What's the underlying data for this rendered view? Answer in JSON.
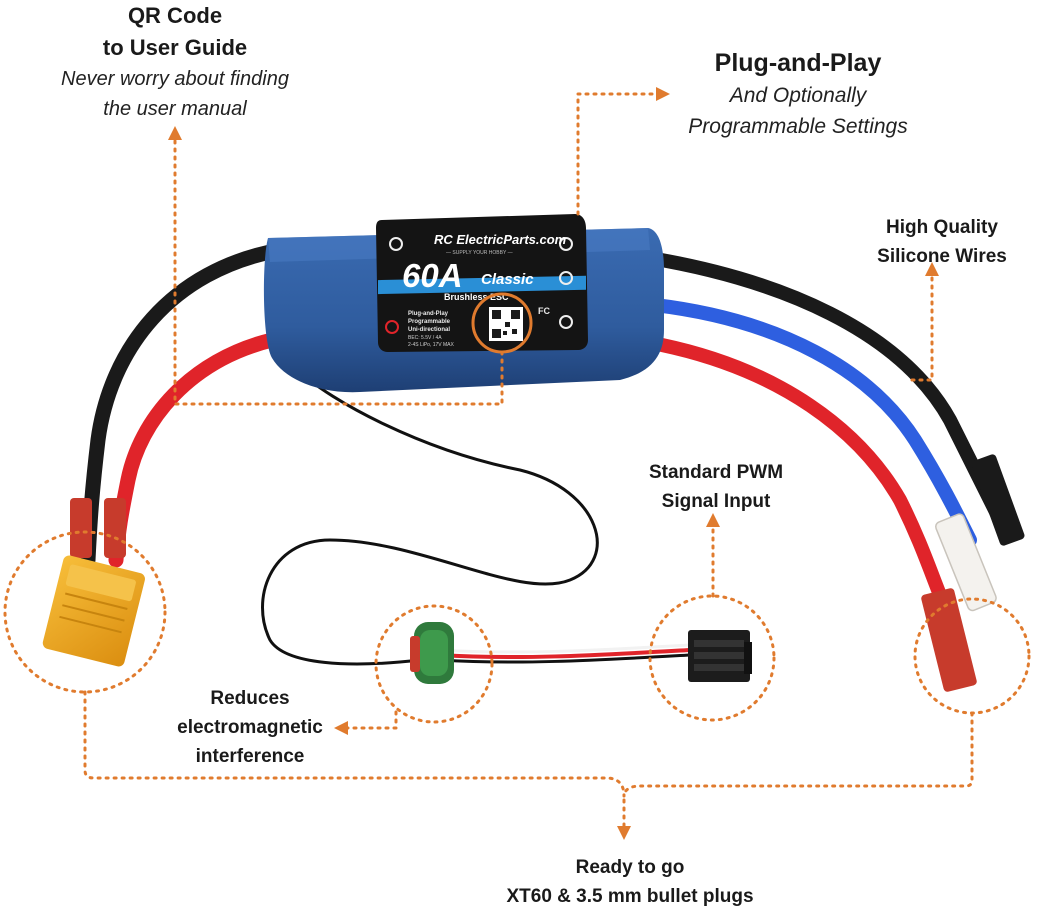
{
  "annotations": {
    "qr_code": {
      "title_line1": "QR Code",
      "title_line2": "to User Guide",
      "subtitle_line1": "Never worry about finding",
      "subtitle_line2": "the user manual"
    },
    "plug_and_play": {
      "title": "Plug-and-Play",
      "subtitle_line1": "And Optionally",
      "subtitle_line2": "Programmable Settings"
    },
    "silicone_wires": {
      "title_line1": "High Quality",
      "title_line2": "Silicone Wires"
    },
    "pwm_input": {
      "title_line1": "Standard PWM",
      "title_line2": "Signal Input"
    },
    "emi": {
      "title_line1": "Reduces",
      "title_line2": "electromagnetic",
      "title_line3": "interference"
    },
    "ready_to_go": {
      "title_line1": "Ready to go",
      "title_line2": "XT60 & 3.5 mm bullet plugs"
    }
  },
  "product_label": {
    "brand": "RC ElectricParts.com",
    "brand_tagline": "— SUPPLY YOUR HOBBY —",
    "rating": "60A",
    "model": "Classic",
    "type_band": "Brushless ESC",
    "spec_line1": "Plug-and-Play",
    "spec_line2": "Programmable",
    "spec_line3": "Uni-directional",
    "spec_line4": "BEC: 5.5V / 4A",
    "spec_line5": "2-4S LiPo, 17V MAX",
    "cert": "FC"
  },
  "colors": {
    "callout": "#E07B2E",
    "esc_body": "#2F5C9E",
    "label_black": "#141414",
    "band_blue": "#2A8FD6",
    "wire_red": "#E0242A",
    "wire_black": "#1A1A1A",
    "wire_blue": "#2E5FE0",
    "xt60_yellow": "#F2A71B"
  }
}
